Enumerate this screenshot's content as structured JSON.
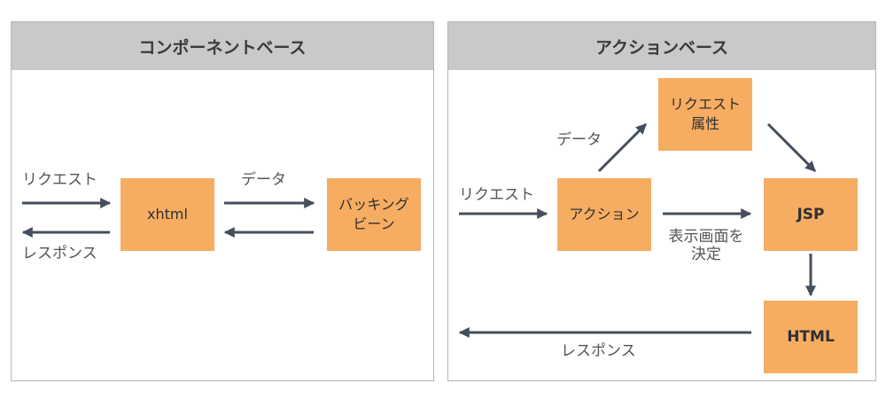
{
  "left": {
    "title": "コンポーネントベース",
    "request": "リクエスト",
    "response": "レスポンス",
    "data": "データ",
    "xhtml": "xhtml",
    "bean_line1": "バッキング",
    "bean_line2": "ビーン"
  },
  "right": {
    "title": "アクションベース",
    "request": "リクエスト",
    "response": "レスポンス",
    "data": "データ",
    "action": "アクション",
    "attr_line1": "リクエスト",
    "attr_line2": "属性",
    "jsp": "JSP",
    "html": "HTML",
    "decide_line1": "表示画面を",
    "decide_line2": "決定"
  },
  "colors": {
    "box": "#f6ad62",
    "arrow": "#454f5b",
    "header": "#c9c9c9"
  }
}
